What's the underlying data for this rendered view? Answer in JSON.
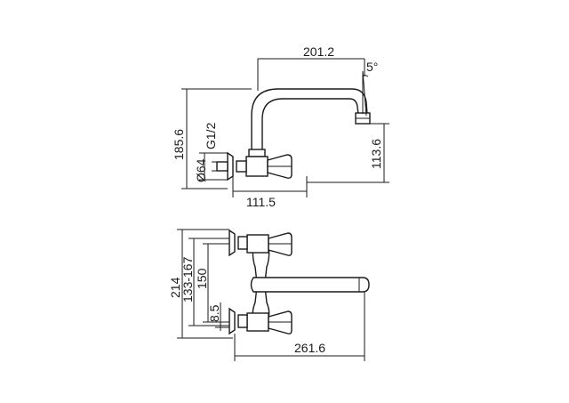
{
  "side_view": {
    "spout_reach": "201.2",
    "spout_angle": "5°",
    "total_height": "185.6",
    "thread_size": "G1/2",
    "flange_diameter": "Ø64",
    "outlet_height": "113.6",
    "wall_depth": "111.5"
  },
  "front_view": {
    "total_height": "214",
    "center_distance_range": "133-167",
    "center_distance": "150",
    "offset": "8.5",
    "total_width": "261.6"
  }
}
